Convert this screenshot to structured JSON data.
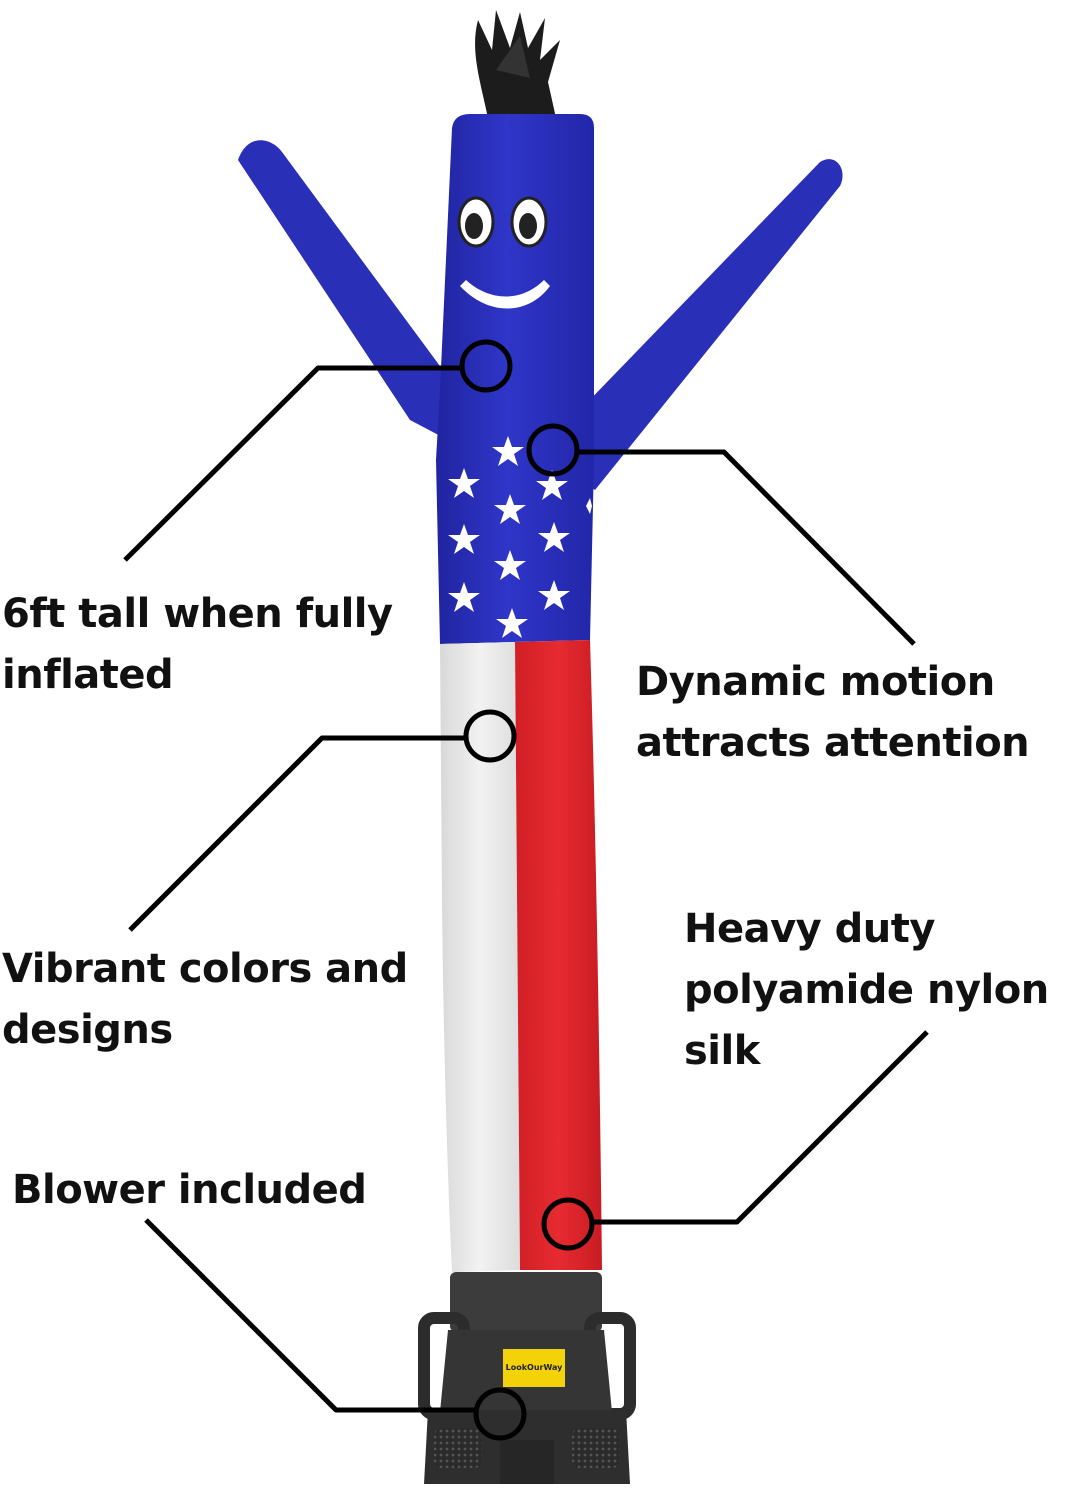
{
  "product": {
    "name": "Inflatable tube man (American flag design)",
    "colors": {
      "blue": "#2a2fb8",
      "white": "#e8e8e8",
      "red": "#e0262c",
      "blower": "#3a3a3a",
      "label": "#f4d20a"
    }
  },
  "callouts": {
    "tall": {
      "lines": [
        "6ft tall when fully",
        "inflated"
      ]
    },
    "motion": {
      "lines": [
        "Dynamic motion",
        "attracts attention"
      ]
    },
    "colors": {
      "lines": [
        "Vibrant colors and",
        "designs"
      ]
    },
    "nylon": {
      "lines": [
        "Heavy duty",
        "polyamide nylon",
        "silk"
      ]
    },
    "blower": {
      "lines": [
        "Blower included"
      ]
    }
  },
  "blower_label": {
    "brand": "LookOurWay"
  }
}
